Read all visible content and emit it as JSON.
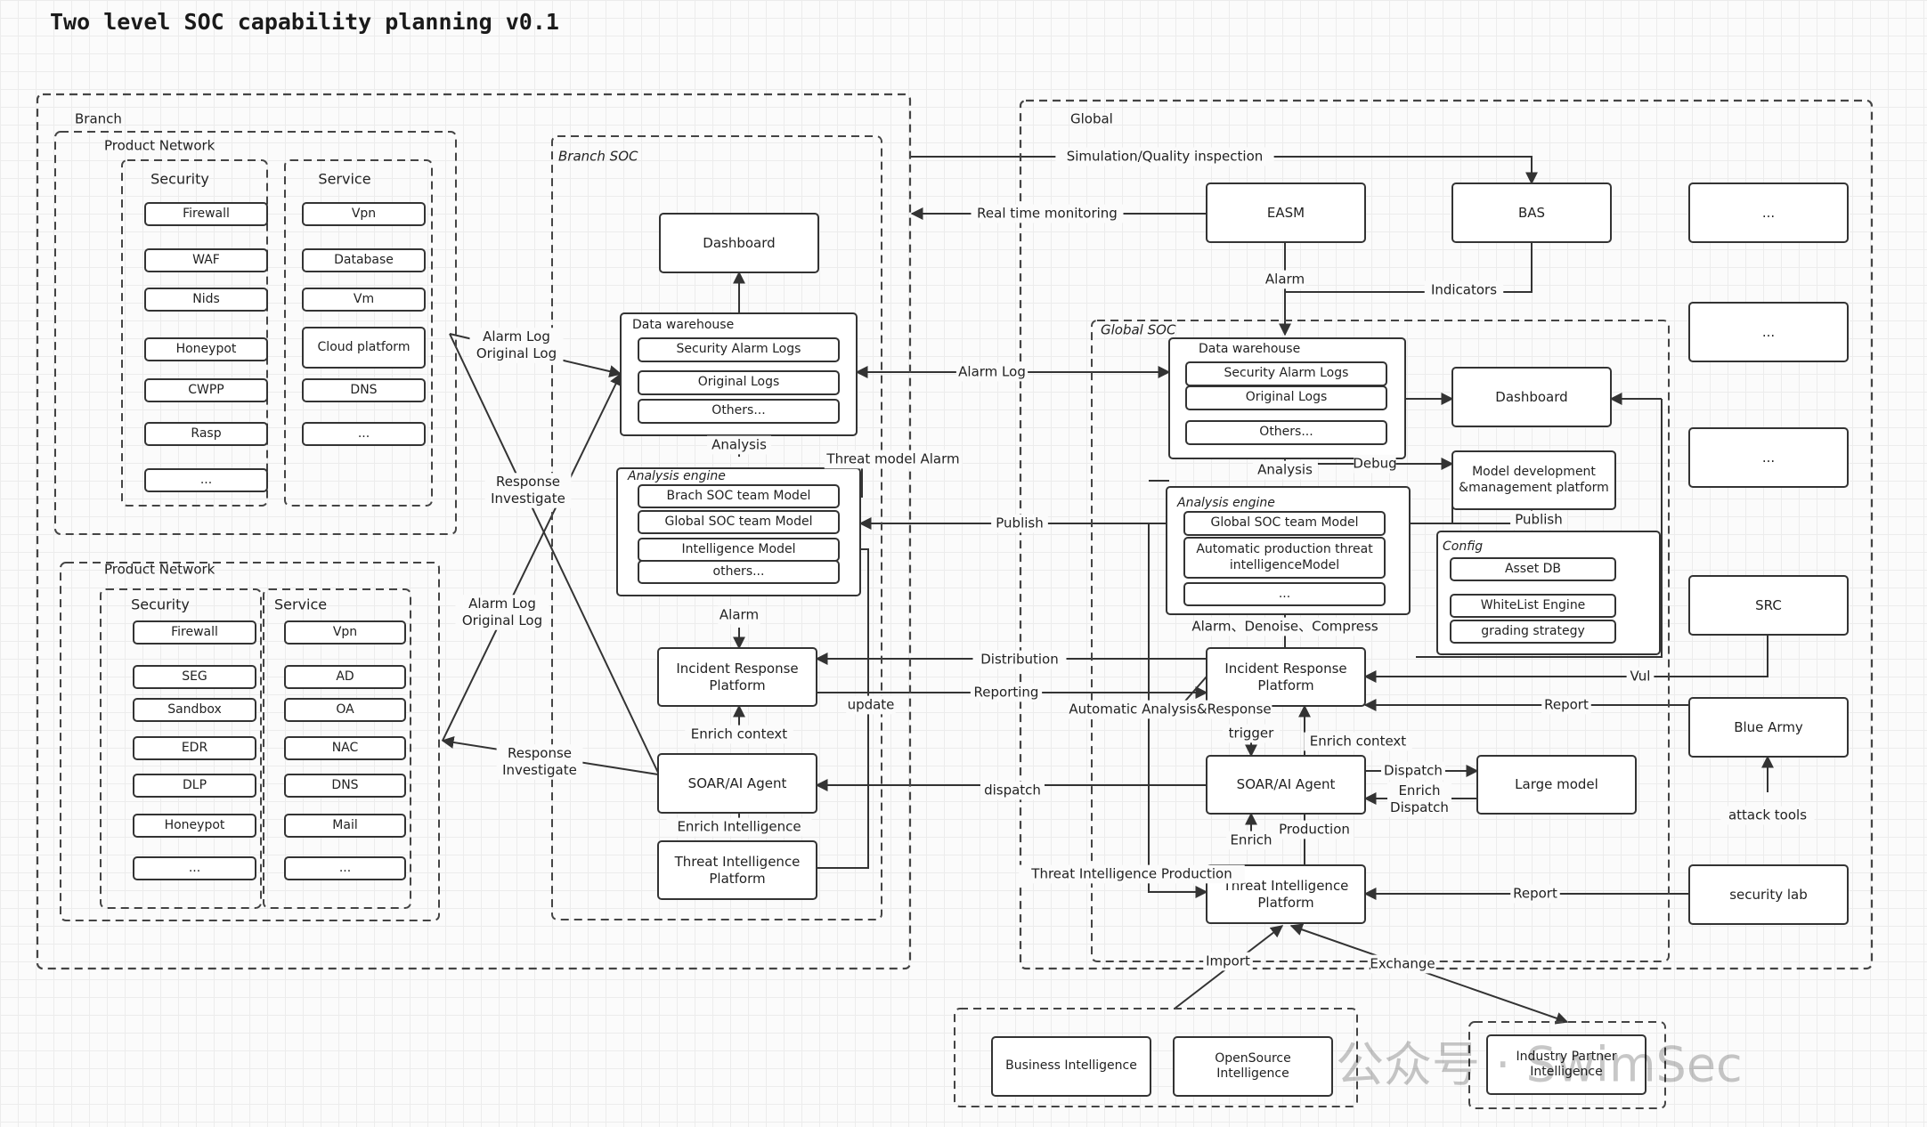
{
  "title": "Two level SOC capability planning v0.1",
  "zones": {
    "branch": "Branch",
    "global": "Global",
    "branch_soc": "Branch SOC",
    "global_soc": "Global SOC",
    "product_network_1": "Product Network",
    "product_network_2": "Product Network"
  },
  "groups": {
    "security": "Security",
    "service": "Service",
    "data_warehouse": "Data warehouse",
    "analysis_engine": "Analysis engine",
    "config": "Config"
  },
  "branch_pn1": {
    "security": [
      "Firewall",
      "WAF",
      "Nids",
      "Honeypot",
      "CWPP",
      "Rasp",
      "..."
    ],
    "service": [
      "Vpn",
      "Database",
      "Vm",
      "Cloud platform",
      "DNS",
      "..."
    ]
  },
  "branch_pn2": {
    "security": [
      "Firewall",
      "SEG",
      "Sandbox",
      "EDR",
      "DLP",
      "Honeypot",
      "..."
    ],
    "service": [
      "Vpn",
      "AD",
      "OA",
      "NAC",
      "DNS",
      "Mail",
      "..."
    ]
  },
  "branch_soc": {
    "dashboard": "Dashboard",
    "dw_items": [
      "Security Alarm Logs",
      "Original Logs",
      "Others..."
    ],
    "ae_items": [
      "Brach SOC team Model",
      "Global SOC team Model",
      "Intelligence Model",
      "others..."
    ],
    "irp": "Incident Response Platform",
    "soar": "SOAR/AI Agent",
    "tip": "Threat Intelligence Platform"
  },
  "global_soc": {
    "easm": "EASM",
    "bas": "BAS",
    "dots": "...",
    "src": "SRC",
    "blue_army": "Blue Army",
    "security_lab": "security lab",
    "dw_items": [
      "Security Alarm Logs",
      "Original Logs",
      "Others..."
    ],
    "dashboard": "Dashboard",
    "model_dev": "Model development &management platform",
    "ae_items": [
      "Global SOC team Model",
      "Automatic production threat intelligenceModel",
      "..."
    ],
    "config_items": [
      "Asset DB",
      "WhiteList Engine",
      "grading strategy"
    ],
    "irp": "Incident Response Platform",
    "soar": "SOAR/AI Agent",
    "large_model": "Large model",
    "tip": "Threat Intelligence Platform"
  },
  "external": {
    "business": "Business Intelligence",
    "opensource": "OpenSource Intelligence",
    "industry": "Industry Partner Intelligence"
  },
  "labels": {
    "alarm_original_1": "Alarm Log\nOriginal Log",
    "response_investigate_1": "Response\nInvestigate",
    "alarm_original_2": "Alarm Log\nOriginal Log",
    "response_investigate_2": "Response\nInvestigate",
    "analysis": "Analysis",
    "threat_model_alarm": "Threat model Alarm",
    "alarm": "Alarm",
    "update": "update",
    "enrich_context": "Enrich context",
    "enrich_intelligence": "Enrich Intelligence",
    "sim_quality": "Simulation/Quality inspection",
    "realtime": "Real time monitoring",
    "alarm_log": "Alarm Log",
    "g_alarm": "Alarm",
    "indicators": "Indicators",
    "debug": "Debug",
    "g_analysis": "Analysis",
    "publish": "Publish",
    "g_publish": "Publish",
    "adc": "Alarm、Denoise、Compress",
    "distribution": "Distribution",
    "reporting": "Reporting",
    "auto_analysis": "Automatic Analysis&Response",
    "vul": "Vul",
    "report_blue": "Report",
    "trigger": "trigger",
    "g_enrich_context": "Enrich context",
    "dispatch_lm": "Dispatch",
    "enrich_dispatch": "Enrich\nDispatch",
    "dispatch": "dispatch",
    "enrich": "Enrich",
    "production": "Production",
    "tip_production": "Threat Intelligence Production",
    "report_lab": "Report",
    "attack_tools": "attack tools",
    "import": "Import",
    "exchange": "Exchange"
  },
  "watermark": "公众号 · SwimSec"
}
